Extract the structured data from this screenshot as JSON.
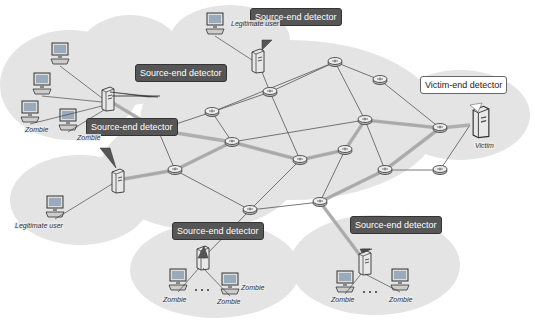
{
  "diagram": {
    "nodes": [
      {
        "text": [
          "Source-end detector"
        ]
      },
      {
        "text": [
          "Source-end detector"
        ]
      },
      {
        "text": [
          "Source-end detector"
        ]
      },
      {
        "text": [
          "Victim-end detector"
        ]
      },
      {
        "text": [
          "Source-end detector"
        ]
      },
      {
        "text": [
          "Source-end detector"
        ]
      }
    ],
    "labels": [
      "Legitimate user",
      "Zombie",
      "Zombie",
      "Legitimate user",
      "Zombie",
      "Zombie",
      "Zombie",
      "Zombie",
      "Zombie",
      "Victim"
    ]
  }
}
